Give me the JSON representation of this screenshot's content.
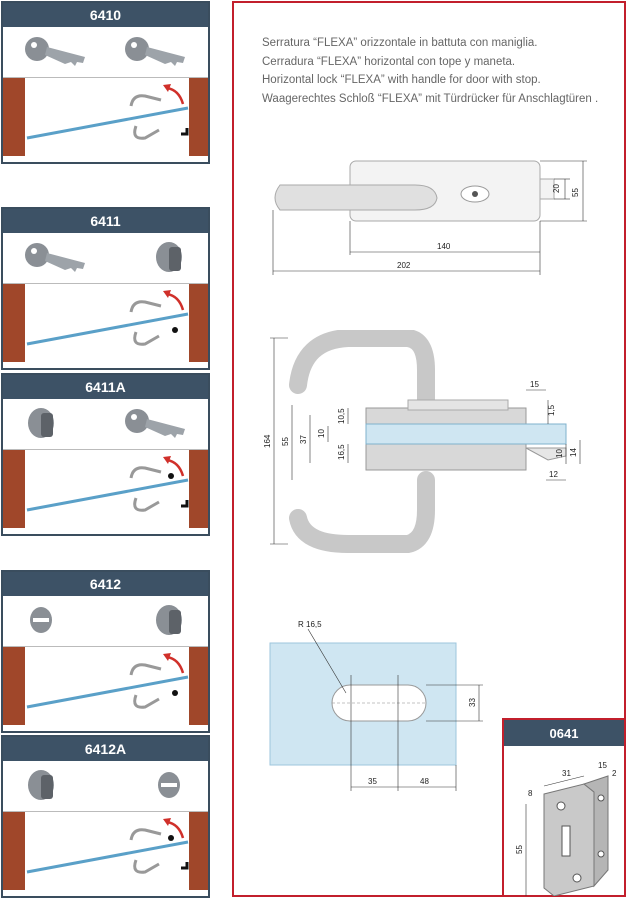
{
  "models": [
    {
      "code": "6410",
      "left_icon": "key-icon",
      "right_icon": "key-icon"
    },
    {
      "code": "6411",
      "left_icon": "key-icon",
      "right_icon": "knob-icon"
    },
    {
      "code": "6411A",
      "left_icon": "knob-icon",
      "right_icon": "key-icon"
    },
    {
      "code": "6412",
      "left_icon": "thumb-turn-icon",
      "right_icon": "knob-icon"
    },
    {
      "code": "6412A",
      "left_icon": "knob-icon",
      "right_icon": "thumb-turn-icon"
    }
  ],
  "description": [
    "Serratura “FLEXA” orizzontale in battuta con maniglia.",
    "Cerradura “FLEXA” horizontal con tope y maneta.",
    "Horizontal lock “FLEXA” with handle for door with stop.",
    "Waagerechtes Schloß “FLEXA” mit Türdrücker für Anschlagtüren ."
  ],
  "drawing1": {
    "d20": "20",
    "d55": "55",
    "d140": "140",
    "d202": "202"
  },
  "drawing2": {
    "d15": "15",
    "d1_5": "1,5",
    "d10_5": "10,5",
    "d10": "10",
    "d16_5": "16,5",
    "d37": "37",
    "d55": "55",
    "d164": "164",
    "d10b": "10",
    "d14": "14",
    "d12": "12"
  },
  "drawing3": {
    "radius": "R 16,5",
    "d33": "33",
    "d35": "35",
    "d48": "48"
  },
  "accessory": {
    "code": "0641",
    "d31": "31",
    "d15": "15",
    "d2": "2",
    "d8": "8",
    "d55": "55"
  },
  "colors": {
    "header": "#3d5266",
    "frame": "#c21f2c",
    "wall": "#a0472a",
    "glass": "#cfe6f2"
  }
}
